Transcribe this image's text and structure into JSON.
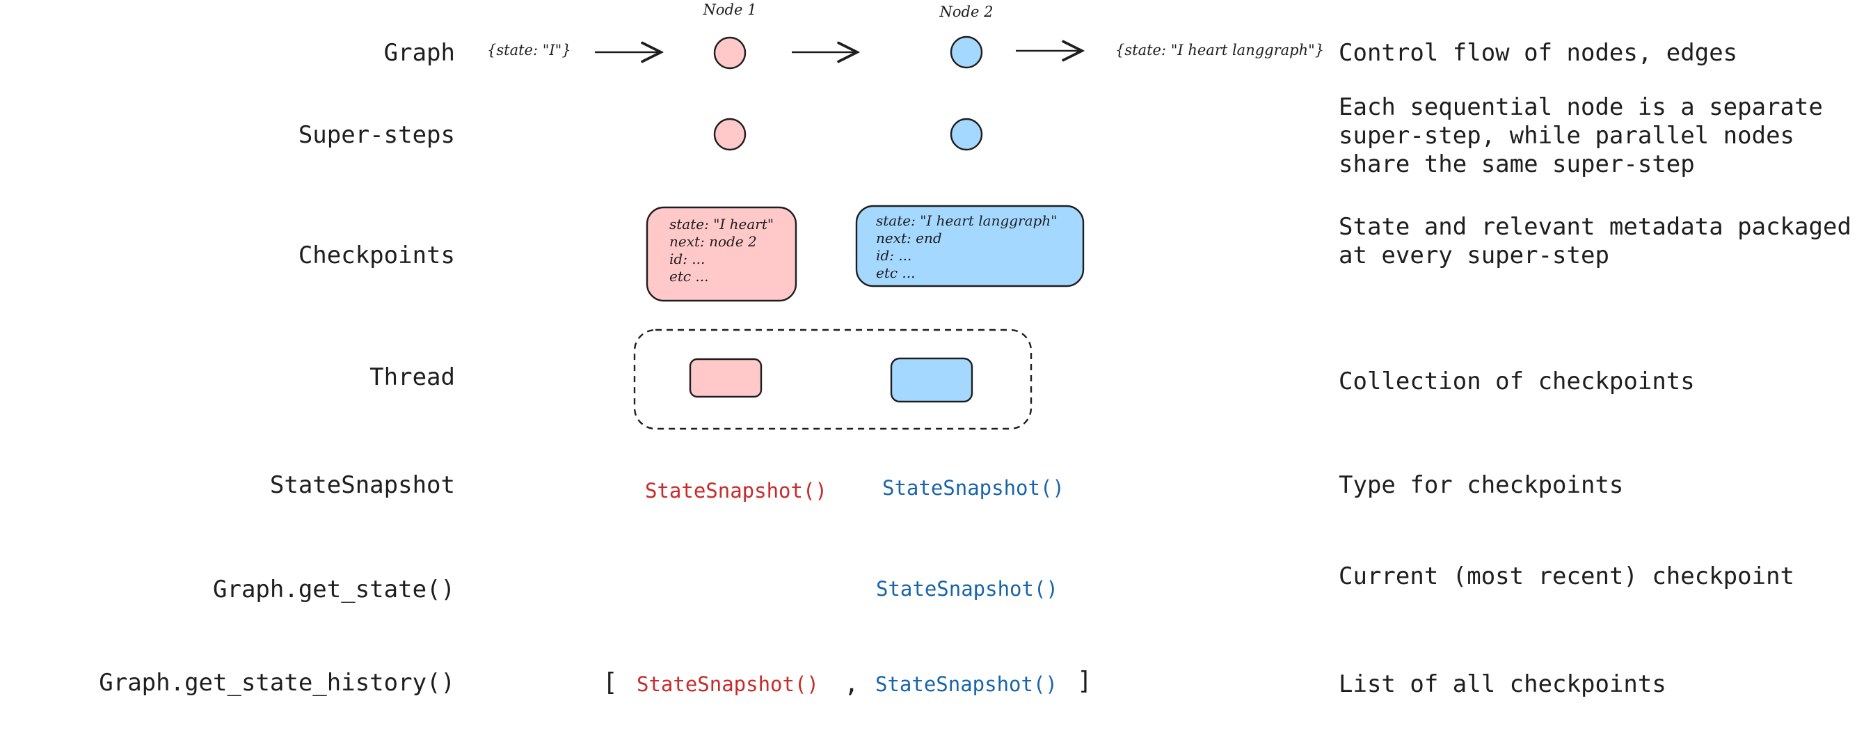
{
  "rows": [
    {
      "label": "Graph",
      "description": [
        "Control flow of nodes, edges"
      ]
    },
    {
      "label": "Super-steps",
      "description": [
        "Each sequential node is a separate",
        "super-step, while parallel nodes",
        "share the same super-step"
      ]
    },
    {
      "label": "Checkpoints",
      "description": [
        "State and relevant metadata packaged",
        "at every super-step"
      ]
    },
    {
      "label": "Thread",
      "description": [
        "Collection of checkpoints"
      ]
    },
    {
      "label": "StateSnapshot",
      "description": [
        "Type for checkpoints"
      ]
    },
    {
      "label": "Graph.get_state()",
      "description": [
        "Current (most recent) checkpoint"
      ]
    },
    {
      "label": "Graph.get_state_history()",
      "description": [
        "List of all checkpoints"
      ]
    }
  ],
  "graph": {
    "input_state": "{state: \"I\"}",
    "output_state": "{state: \"I heart langgraph\"}",
    "node1_label": "Node 1",
    "node2_label": "Node 2"
  },
  "checkpoints": {
    "node1": [
      "state: \"I heart\"",
      "next: node 2",
      "id: ...",
      "etc ..."
    ],
    "node2": [
      "state: \"I heart langgraph\"",
      "next: end",
      "id: ...",
      "etc ..."
    ]
  },
  "snapshots": {
    "text": "StateSnapshot()",
    "open_bracket": "[",
    "separator": ",",
    "close_bracket": "]"
  },
  "colors": {
    "node1_fill": "#ffc9c9",
    "node2_fill": "#a5d8ff",
    "node1_text": "#c92a2a",
    "node2_text": "#1864ab",
    "stroke": "#1e1e1e"
  },
  "icons": {
    "arrow": "right-arrow-icon"
  }
}
